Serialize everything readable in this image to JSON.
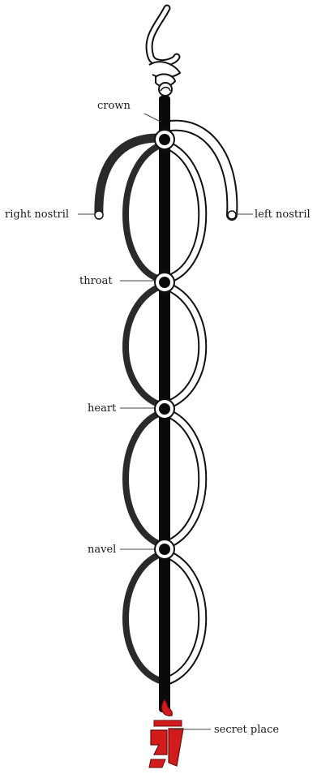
{
  "labels": {
    "crown": "crown",
    "right_nostril": "right nostril",
    "left_nostril": "left nostril",
    "throat": "throat",
    "heart": "heart",
    "navel": "navel",
    "secret_place": "secret place"
  },
  "colors": {
    "central_channel": "#0a0a0a",
    "right_channel": "#2a2a2a",
    "left_channel_fill": "#ffffff",
    "outline": "#111111",
    "syllable_red": "#d21c1c"
  },
  "icons": {
    "top_syllable": "white-syllable-ham-icon",
    "bottom_syllable": "red-syllable-a-icon"
  }
}
